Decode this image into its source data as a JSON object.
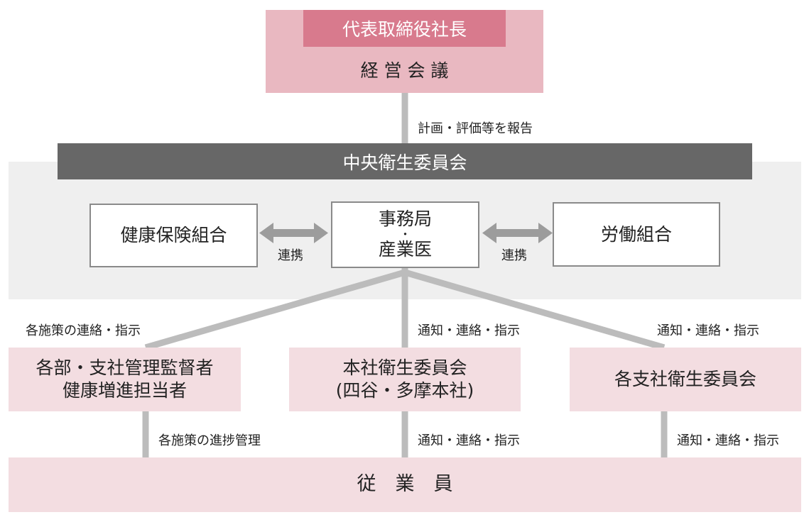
{
  "ceo": {
    "title": "代表取締役社長",
    "subtitle": "経 営 会 議"
  },
  "report_label": "計画・評価等を報告",
  "central_committee": "中央衛生委員会",
  "partners": {
    "left": "健康保険組合",
    "center_line1": "事務局",
    "center_dot": "・",
    "center_line2": "産業医",
    "right": "労働組合",
    "link_label_left": "連携",
    "link_label_right": "連携"
  },
  "branches": {
    "left_label": "各施策の連絡・指示",
    "center_label": "通知・連絡・指示",
    "right_label": "通知・連絡・指示",
    "left_box_line1": "各部・支社管理監督者",
    "left_box_line2": "健康増進担当者",
    "center_box_line1": "本社衛生委員会",
    "center_box_line2": "(四谷・多摩本社)",
    "right_box": "各支社衛生委員会"
  },
  "lower": {
    "left_label": "各施策の進捗管理",
    "center_label": "通知・連絡・指示",
    "right_label": "通知・連絡・指示"
  },
  "employees": "従　業　員",
  "colors": {
    "top_pink": "#e9b8c1",
    "title_pink": "#d87a8d",
    "dark_bar": "#676767",
    "panel_gray": "#efefef",
    "box_pink": "#f3dde1",
    "connector_gray": "#bcbcbc",
    "arrow_gray": "#9c9c9c"
  }
}
